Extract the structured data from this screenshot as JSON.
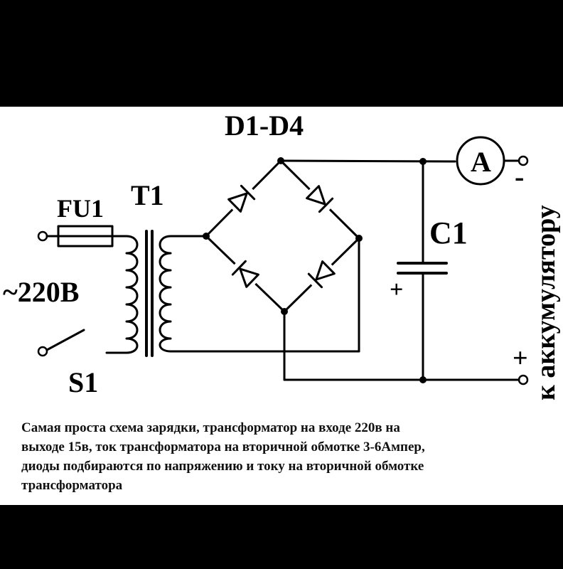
{
  "diagram": {
    "labels": {
      "bridge": "D1-D4",
      "transformer": "T1",
      "fuse": "FU1",
      "mains": "~220В",
      "switch": "S1",
      "capacitor": "C1",
      "cap_plus": "+",
      "ammeter": "A",
      "out_minus": "-",
      "out_plus": "+",
      "battery": "к аккумулятору"
    }
  },
  "caption": "Самая проста схема зарядки, трансформатор на входе 220в на\nвыходе 15в, ток трансформатора на вторичной обмотке 3-6Ампер,\nдиоды подбираются по напряжению и току на вторичной обмотке\nтрансформатора",
  "colors": {
    "ink": "#000000",
    "background": "#ffffff",
    "frame": "#000000"
  }
}
